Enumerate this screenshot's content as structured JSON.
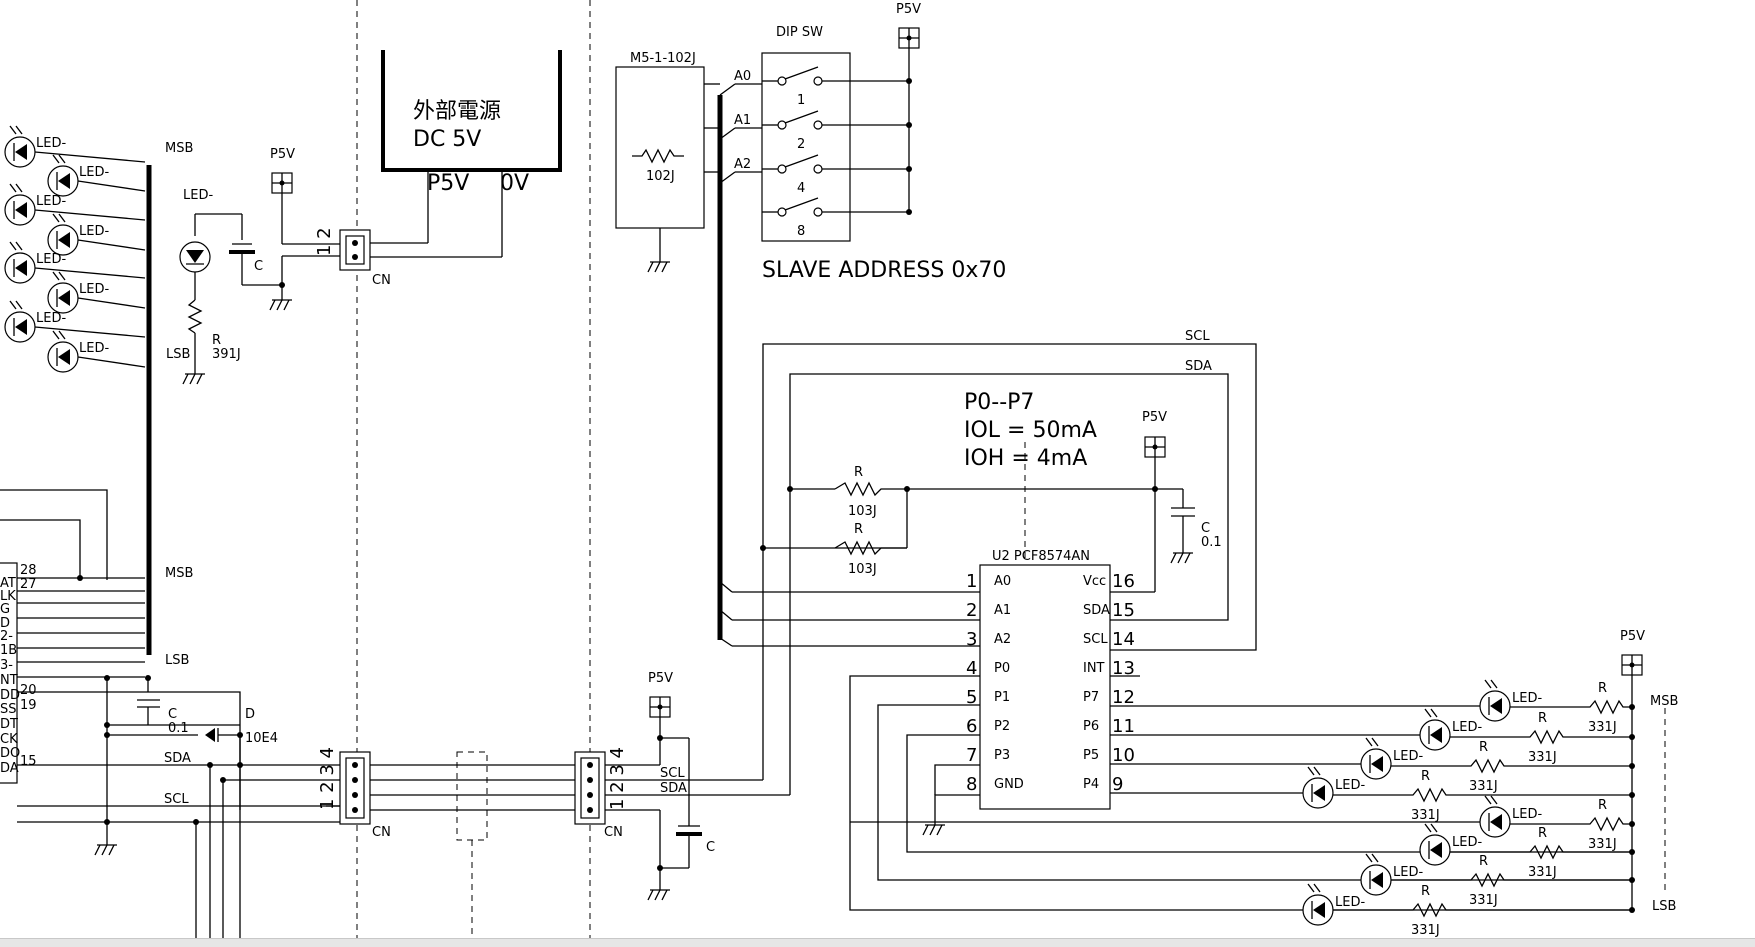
{
  "power": {
    "title_jp": "外部電源",
    "title_voltage": "DC 5V",
    "p5v_label": "P5V",
    "zero_v_label": "0V",
    "supply_tag": "P5V"
  },
  "connector": {
    "label": "CN",
    "pins_2": "1 2",
    "pins_4": "1 2 3 4"
  },
  "dipsw": {
    "title": "DIP SW",
    "switches": [
      "1",
      "2",
      "4",
      "8"
    ],
    "address_lines": [
      "A0",
      "A1",
      "A2"
    ],
    "slave_address": "SLAVE ADDRESS 0x70"
  },
  "resistor_array": {
    "part": "M5-1-102J",
    "value": "102J"
  },
  "ic": {
    "label": "U2 PCF8574AN",
    "left_pins": [
      {
        "num": "1",
        "name": "A0"
      },
      {
        "num": "2",
        "name": "A1"
      },
      {
        "num": "3",
        "name": "A2"
      },
      {
        "num": "4",
        "name": "P0"
      },
      {
        "num": "5",
        "name": "P1"
      },
      {
        "num": "6",
        "name": "P2"
      },
      {
        "num": "7",
        "name": "P3"
      },
      {
        "num": "8",
        "name": "GND"
      }
    ],
    "right_pins": [
      {
        "num": "16",
        "name": "Vcc"
      },
      {
        "num": "15",
        "name": "SDA"
      },
      {
        "num": "14",
        "name": "SCL"
      },
      {
        "num": "13",
        "name": "INT"
      },
      {
        "num": "12",
        "name": "P7"
      },
      {
        "num": "11",
        "name": "P6"
      },
      {
        "num": "10",
        "name": "P5"
      },
      {
        "num": "9",
        "name": "P4"
      }
    ]
  },
  "spec_note": {
    "line1": "P0--P7",
    "line2": "IOL = 50mA",
    "line3": "IOH = 4mA"
  },
  "bus": {
    "scl": "SCL",
    "sda": "SDA",
    "msb": "MSB",
    "lsb": "LSB"
  },
  "parts": {
    "led": "LED-",
    "r": "R",
    "c": "C",
    "d": "D",
    "r_pullup": "103J",
    "r_led": "331J",
    "r_single": "391J",
    "c_value": "0.1",
    "d_value": "10E4"
  },
  "left_ic_pins": {
    "labels": [
      "AT",
      "LK",
      "G",
      "D",
      "2-",
      "1B",
      "3-",
      "NT",
      "DD",
      "SS",
      "DT",
      "CK",
      "DO",
      "DA"
    ],
    "numbers": [
      "28",
      "27",
      "20",
      "19",
      "15"
    ]
  }
}
